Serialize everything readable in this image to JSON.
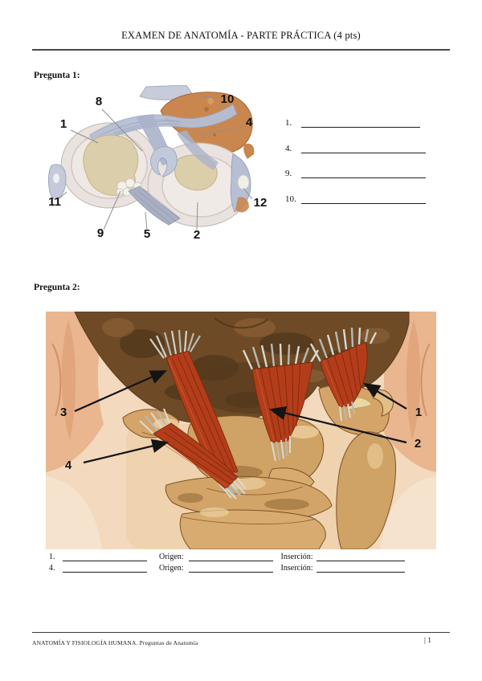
{
  "header": {
    "title": "EXAMEN DE ANATOMÍA - PARTE PRÁCTICA (4 pts)"
  },
  "q1": {
    "label": "Pregunta 1:",
    "fig": {
      "n1": "1",
      "n2": "2",
      "n4": "4",
      "n5": "5",
      "n8": "8",
      "n9": "9",
      "n10": "10",
      "n11": "11",
      "n12": "12"
    },
    "answers": [
      {
        "num": "1."
      },
      {
        "num": "4."
      },
      {
        "num": "9."
      },
      {
        "num": "10."
      }
    ]
  },
  "q2": {
    "label": "Pregunta 2:",
    "fig": {
      "n1": "1",
      "n2": "2",
      "n3": "3",
      "n4": "4"
    },
    "rows": [
      {
        "num": "1.",
        "origen": "Origen:",
        "insercion": "Inserción:"
      },
      {
        "num": "4.",
        "origen": "Origen:",
        "insercion": "Inserción:"
      }
    ]
  },
  "footer": {
    "left": "ANATOMÍA Y FISIOLOGÍA HUMANA. Preguntas de Anatomía",
    "page": "| 1"
  },
  "colors": {
    "muscle_red": "#b33d1a",
    "muscle_shadow": "#7b2408",
    "tendon_white": "#d8dad2",
    "bone_tan": "#d4a468",
    "skull_brown": "#6e4a27",
    "skin": "#e9b690",
    "skin_light": "#f3d9bd",
    "ligament_blue": "#b6bfd4",
    "cartilage_cream": "#dbcfab",
    "plateau_gray": "#e9e2de",
    "bone_orange": "#c9874f",
    "rule_gray": "#4a4a4a"
  }
}
